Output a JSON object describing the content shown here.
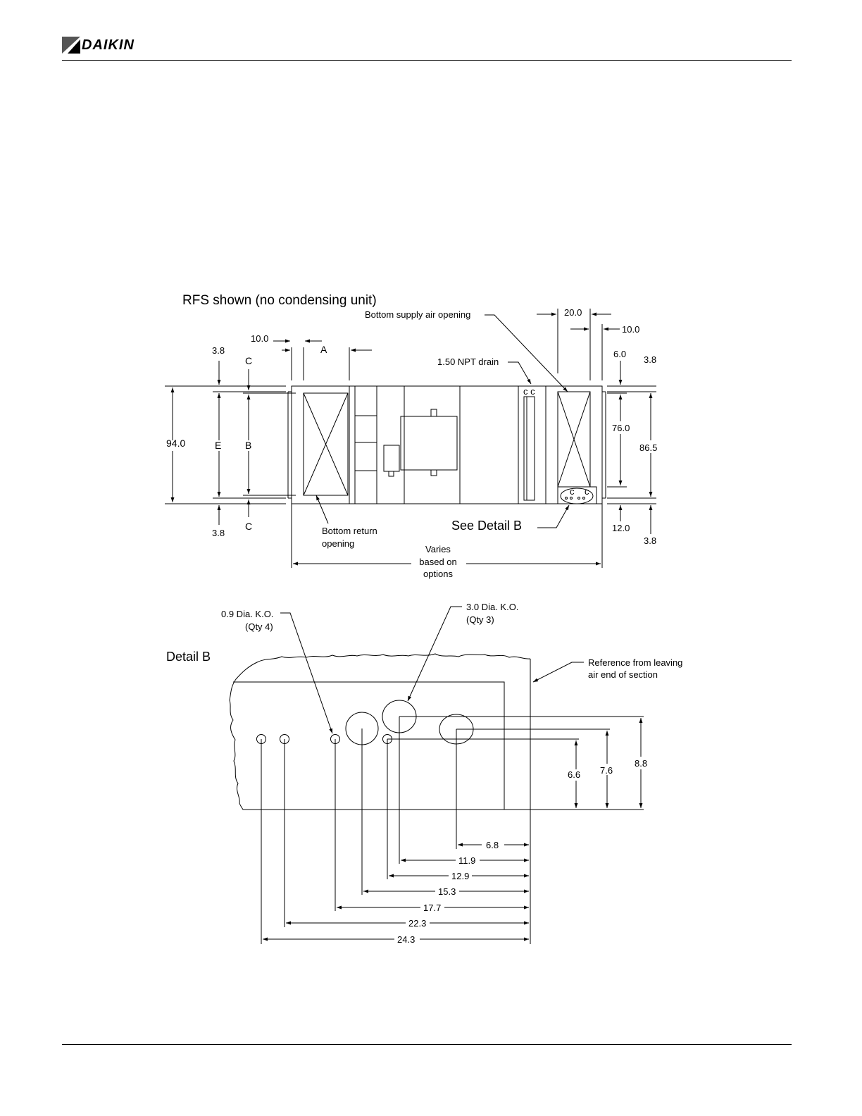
{
  "brand": {
    "name": "DAIKIN"
  },
  "top_view": {
    "title": "RFS shown (no condensing unit)",
    "labels": {
      "bottom_supply": "Bottom supply air opening",
      "npt_drain": "1.50 NPT drain",
      "bottom_return_1": "Bottom return",
      "bottom_return_2": "opening",
      "see_detail": "See Detail B",
      "varies_1": "Varies",
      "varies_2": "based on",
      "varies_3": "options"
    },
    "dims": {
      "d_10_left": "10.0",
      "d_A": "A",
      "d_3_8_tl": "3.8",
      "d_C_top": "C",
      "d_94": "94.0",
      "d_E": "E",
      "d_B": "B",
      "d_3_8_bl": "3.8",
      "d_C_bot": "C",
      "d_20": "20.0",
      "d_10_right": "10.0",
      "d_6": "6.0",
      "d_3_8_tr": "3.8",
      "d_76": "76.0",
      "d_86_5": "86.5",
      "d_12": "12.0",
      "d_3_8_br": "3.8"
    }
  },
  "detail_b": {
    "title": "Detail B",
    "ko_small_1": "0.9 Dia. K.O.",
    "ko_small_2": "(Qty 4)",
    "ko_large_1": "3.0 Dia. K.O.",
    "ko_large_2": "(Qty 3)",
    "reference_1": "Reference from leaving",
    "reference_2": "air end of section",
    "vertical_dims": [
      "6.6",
      "7.6",
      "8.8"
    ],
    "horizontal_dims": [
      "6.8",
      "11.9",
      "12.9",
      "15.3",
      "17.7",
      "22.3",
      "24.3"
    ]
  }
}
